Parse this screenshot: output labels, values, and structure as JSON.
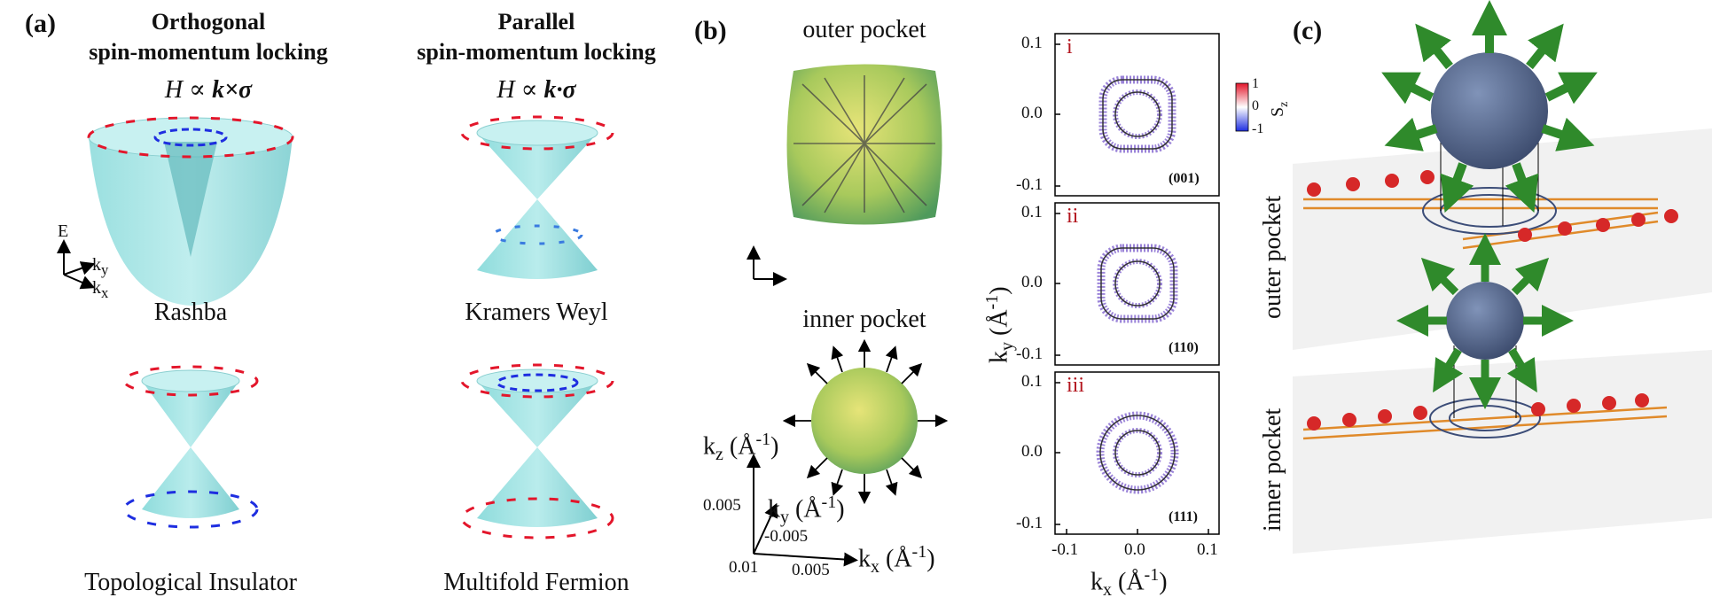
{
  "panel_a": {
    "letter": "(a)",
    "orthogonal": {
      "line1": "Orthogonal",
      "line2": "spin-momentum locking",
      "formula_lhs": "H",
      "formula_rhs": "k×σ"
    },
    "parallel": {
      "line1": "Parallel",
      "line2": "spin-momentum locking",
      "formula_lhs": "H",
      "formula_rhs": "k·σ"
    },
    "proportional_symbol": "∝",
    "captions": {
      "rashba": "Rashba",
      "kramers_weyl": "Kramers Weyl",
      "topological_insulator": "Topological Insulator",
      "multifold_fermion": "Multifold Fermion"
    },
    "axes_labels": {
      "energy": "E",
      "ky": "k",
      "ky_sub": "y",
      "kx": "k",
      "kx_sub": "x"
    }
  },
  "panel_b": {
    "letter": "(b)",
    "outer_label": "outer pocket",
    "inner_label": "inner pocket",
    "axis_kz": "k",
    "axis_kz_sub": "z",
    "axis_ky": "k",
    "axis_ky_sub": "y",
    "axis_kx": "k",
    "axis_kx_sub": "x",
    "unit": "(Å",
    "unit_exp": "-1",
    "unit_close": ")",
    "tick_kz": "0.005",
    "tick_ky": "-0.005",
    "tick_origin": "0.01",
    "tick_kx": "0.005",
    "plots": [
      {
        "roman": "i",
        "miller": "(001)"
      },
      {
        "roman": "ii",
        "miller": "(110)"
      },
      {
        "roman": "iii",
        "miller": "(111)"
      }
    ],
    "yticks": [
      "0.1",
      "0.0",
      "-0.1"
    ],
    "xticks": [
      "-0.1",
      "0.0",
      "0.1"
    ],
    "colorbar": {
      "max": "1",
      "mid": "0",
      "min": "-1",
      "label": "S",
      "label_sub": "z"
    },
    "colors": {
      "positive": "#e3162b",
      "negative": "#1e2ee0",
      "contour": "#9b84d8"
    }
  },
  "panel_c": {
    "letter": "(c)",
    "outer_label": "outer pocket",
    "inner_label": "inner pocket",
    "colors": {
      "sphere": "#4d5f84",
      "arrow_green": "#2f8a2b",
      "arrow_red": "#d62828",
      "rail": "#e08a2a"
    }
  }
}
